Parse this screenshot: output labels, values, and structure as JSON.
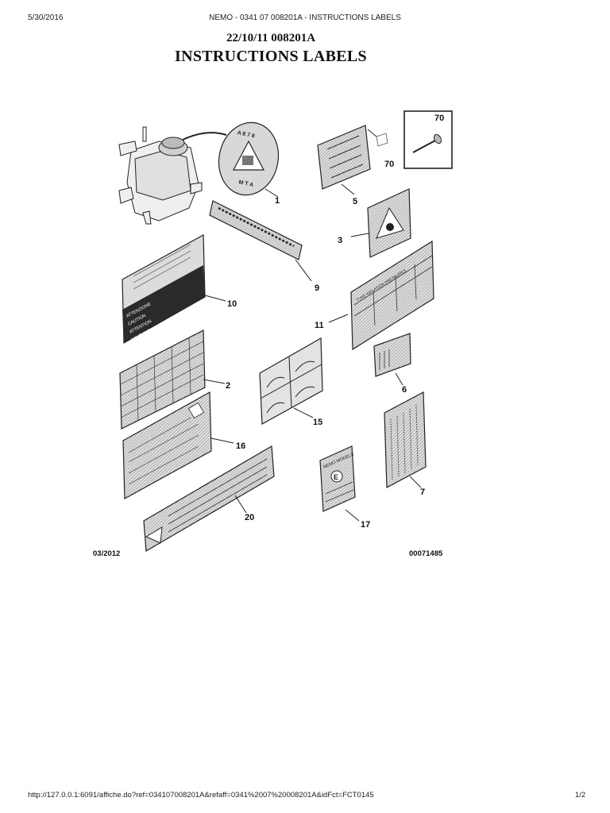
{
  "print_header": {
    "date": "5/30/2016",
    "title": "NEMO - 0341 07 008201A - INSTRUCTIONS LABELS"
  },
  "document": {
    "reference": "22/10/11 008201A",
    "title": "INSTRUCTIONS LABELS"
  },
  "diagram": {
    "callouts": [
      "70",
      "70",
      "1",
      "5",
      "9",
      "3",
      "10",
      "11",
      "2",
      "6",
      "15",
      "16",
      "7",
      "20",
      "17"
    ],
    "label_texts": {
      "cap_label": "A878 MTA",
      "attention_lines": [
        "ATTENZIONE",
        "CAUTION",
        "ATTENTION",
        "ACHTUNG"
      ],
      "tyre_header": "TYRE INFLATION PRESSURES",
      "nemo_plate": "NEMO MODELS",
      "nemo_mark": "E"
    },
    "colors": {
      "line": "#222222",
      "label_fill": "#dcdcdc",
      "dark_panel": "#2a2a2a"
    }
  },
  "footer": {
    "date_code": "03/2012",
    "drawing_number": "00071485"
  },
  "print_footer": {
    "url": "http://127.0.0.1:6091/affiche.do?ref=034107008201A&refaff=0341%2007%20008201A&idFct=FCT0145",
    "page": "1/2"
  }
}
